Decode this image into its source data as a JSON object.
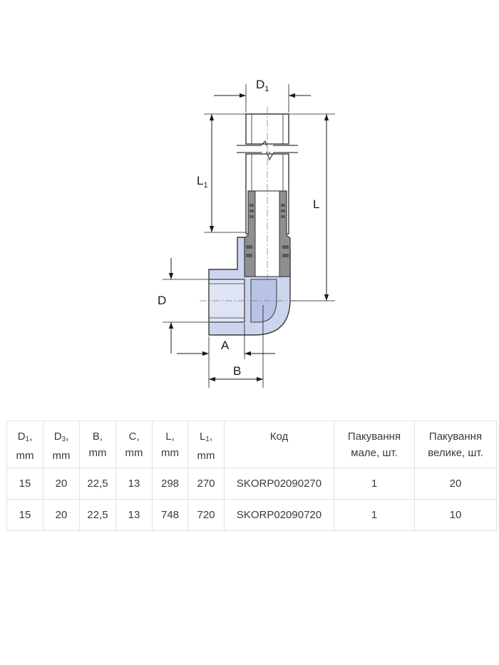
{
  "drawing": {
    "labels": {
      "d1": "D",
      "d1_sub": "1",
      "l1": "L",
      "l1_sub": "1",
      "l": "L",
      "d": "D",
      "a": "A",
      "b": "B"
    },
    "colors": {
      "body_fill": "#cdd5ee",
      "body_stroke": "#3a3a3a",
      "insert_fill": "#8f8f8f",
      "pipe_fill": "#ffffff",
      "dimension_line": "#1a1a1a"
    }
  },
  "table": {
    "headers": [
      {
        "main": "D",
        "sub": "1",
        "unit": ", mm"
      },
      {
        "main": "D",
        "sub": "3",
        "unit": ", mm"
      },
      {
        "main": "B,",
        "sub": "",
        "unit": "mm"
      },
      {
        "main": "C,",
        "sub": "",
        "unit": "mm"
      },
      {
        "main": "L,",
        "sub": "",
        "unit": "mm"
      },
      {
        "main": "L",
        "sub": "1",
        "unit": ", mm"
      },
      {
        "main": "Код",
        "sub": "",
        "unit": ""
      },
      {
        "main": "Пакування",
        "sub": "",
        "unit": "мале, шт."
      },
      {
        "main": "Пакування",
        "sub": "",
        "unit": "велике, шт."
      }
    ],
    "rows": [
      [
        "15",
        "20",
        "22,5",
        "13",
        "298",
        "270",
        "SKORP02090270",
        "1",
        "20"
      ],
      [
        "15",
        "20",
        "22,5",
        "13",
        "748",
        "720",
        "SKORP02090720",
        "1",
        "10"
      ]
    ]
  }
}
